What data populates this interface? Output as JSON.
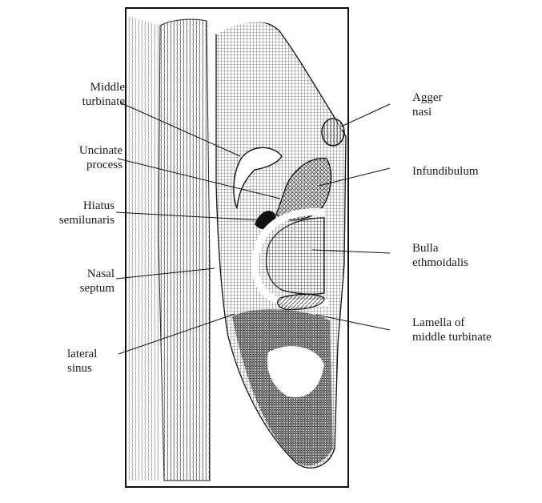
{
  "labels": {
    "middle_turbinate": [
      "Middle",
      "turbinate"
    ],
    "uncinate_process": [
      "Uncinate",
      "process"
    ],
    "hiatus_semilunaris": [
      "Hiatus",
      "semilunaris"
    ],
    "nasal_septum": [
      "Nasal",
      "septum"
    ],
    "lateral_sinus": [
      "lateral",
      "sinus"
    ],
    "agger_nasi": [
      "Agger",
      "nasi"
    ],
    "infundibulum": [
      "Infundibulum"
    ],
    "bulla_ethmoidalis": [
      "Bulla",
      "ethmoidalis"
    ],
    "lamella_middle_turbinate": [
      "Lamella of",
      "middle turbinate"
    ]
  },
  "colors": {
    "ink": "#1a1a1a",
    "background": "#ffffff"
  }
}
